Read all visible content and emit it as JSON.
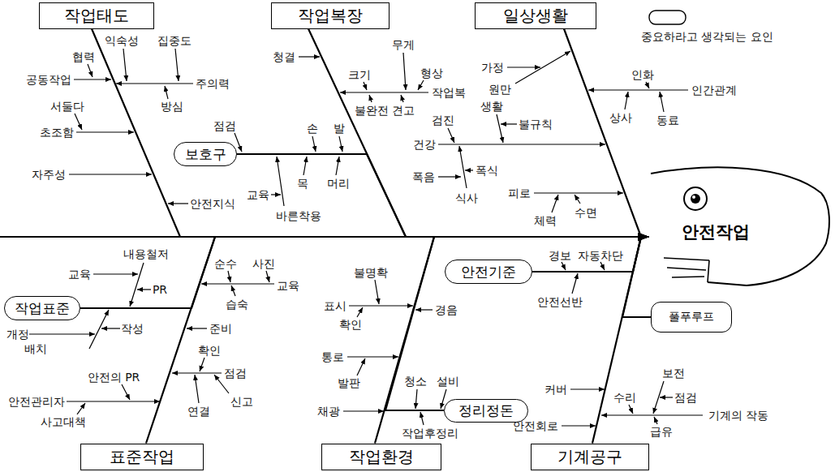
{
  "diagram": {
    "nodes": [
      {
        "text": [
          "작업태도"
        ]
      },
      {
        "text": [
          "작업복장"
        ]
      },
      {
        "text": [
          "일상생활"
        ]
      },
      {
        "text": [
          "보호구"
        ]
      },
      {
        "text": [
          "안전작업"
        ]
      },
      {
        "text": [
          "작업표준"
        ]
      },
      {
        "text": [
          "안전기준"
        ]
      },
      {
        "text": [
          "풀푸루프"
        ]
      },
      {
        "text": [
          "정리정돈"
        ]
      },
      {
        "text": [
          "표준작업"
        ]
      },
      {
        "text": [
          "작업환경"
        ]
      },
      {
        "text": [
          "기계공구"
        ]
      }
    ],
    "edges": [
      {
        "from": 0,
        "to": 4,
        "arrow": "to"
      },
      {
        "from": 1,
        "to": 4,
        "arrow": "to"
      },
      {
        "from": 2,
        "to": 4,
        "arrow": "to"
      },
      {
        "from": 3,
        "to": 4,
        "arrow": "to"
      },
      {
        "from": 5,
        "to": 4,
        "arrow": "to"
      },
      {
        "from": 6,
        "to": 4,
        "arrow": "to"
      },
      {
        "from": 7,
        "to": 4,
        "arrow": "to"
      },
      {
        "from": 8,
        "to": 4,
        "arrow": "to"
      },
      {
        "from": 9,
        "to": 4,
        "arrow": "to"
      },
      {
        "from": 10,
        "to": 4,
        "arrow": "to"
      },
      {
        "from": 11,
        "to": 4,
        "arrow": "to"
      }
    ],
    "labels": [
      "익숙성",
      "집중도",
      "협력",
      "공동작업",
      "주의력",
      "방심",
      "서둘다",
      "초조함",
      "자주성",
      "안전지식",
      "청결",
      "무게",
      "크기",
      "형상",
      "작업복",
      "불완전",
      "견고",
      "점검",
      "손",
      "발",
      "목",
      "머리",
      "교육",
      "바른착용",
      "가정",
      "원만",
      "인화",
      "인간관계",
      "상사",
      "동료",
      "생활",
      "검진",
      "불규칙",
      "건강",
      "폭음",
      "폭식",
      "식사",
      "피로",
      "수면",
      "체력",
      "내용철저",
      "교육",
      "PR",
      "작성",
      "개정",
      "배치",
      "순수",
      "사진",
      "교육",
      "습숙",
      "준비",
      "확인",
      "점검",
      "연결",
      "신고",
      "안전의 PR",
      "안전관리자",
      "사고대책",
      "불명확",
      "표시",
      "확인",
      "경음",
      "통로",
      "발판",
      "청소",
      "설비",
      "채광",
      "작업후정리",
      "경보",
      "자동차단",
      "안전선반",
      "커버",
      "보전",
      "수리",
      "점검",
      "기계의 작동",
      "급유",
      "안전회로"
    ],
    "legend": [
      {
        "text": "중요하라고 생각되는 요인"
      }
    ]
  }
}
